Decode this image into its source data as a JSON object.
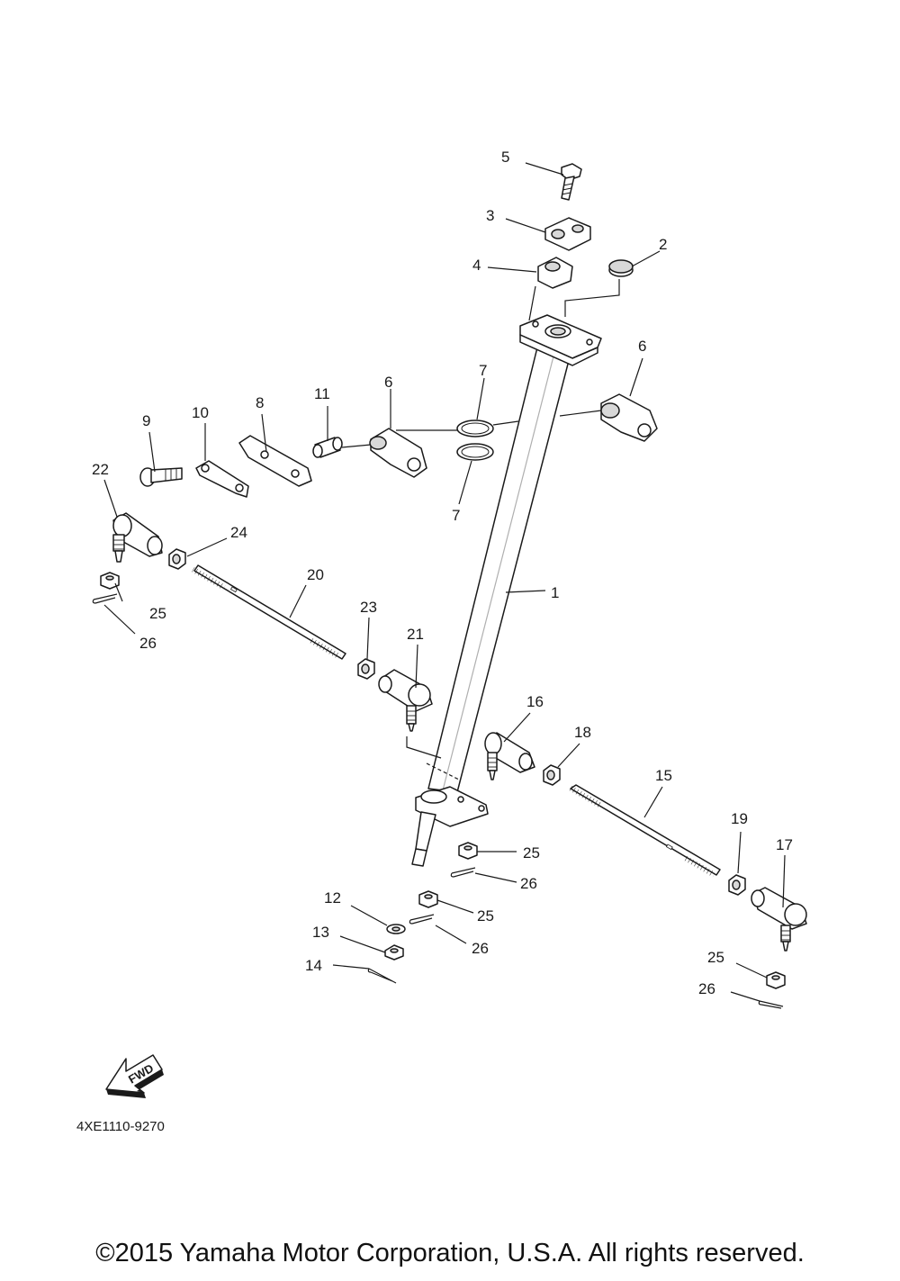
{
  "diagram": {
    "callouts": [
      "1",
      "2",
      "3",
      "4",
      "5",
      "6",
      "6",
      "7",
      "7",
      "8",
      "9",
      "10",
      "11",
      "12",
      "13",
      "14",
      "15",
      "16",
      "17",
      "18",
      "19",
      "20",
      "21",
      "22",
      "23",
      "24",
      "25",
      "25",
      "25",
      "25",
      "26",
      "26",
      "26",
      "26"
    ],
    "drawing_code": "4XE1110-9270",
    "fwd_label": "FWD"
  },
  "footer": {
    "copyright": "©2015 Yamaha Motor Corporation, U.S.A. All rights reserved."
  }
}
